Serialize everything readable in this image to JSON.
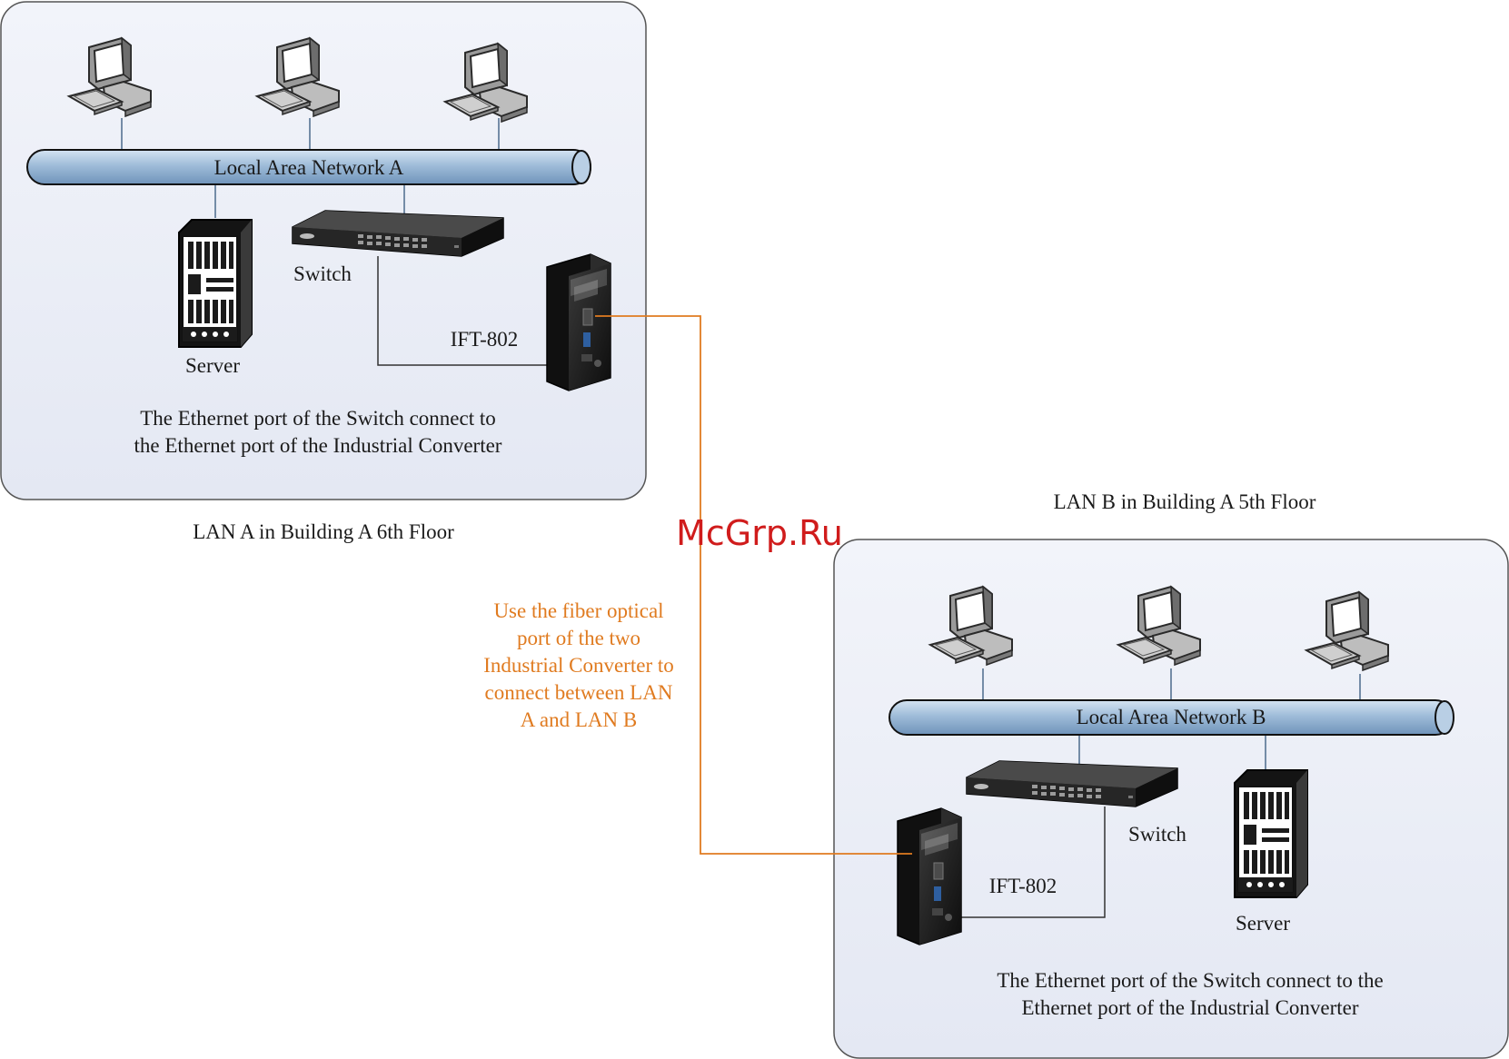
{
  "lan_a": {
    "network_label": "Local Area Network A",
    "switch_label": "Switch",
    "server_label": "Server",
    "converter_label": "IFT-802",
    "description_line1": "The Ethernet port of the Switch connect to",
    "description_line2": "the Ethernet port of the Industrial Converter",
    "caption": "LAN A in Building A 6th Floor"
  },
  "lan_b": {
    "network_label": "Local Area Network B",
    "switch_label": "Switch",
    "server_label": "Server",
    "converter_label": "IFT-802",
    "description_line1": "The Ethernet port of the Switch connect to the",
    "description_line2": "Ethernet port of the Industrial Converter",
    "caption": "LAN B in Building A 5th Floor"
  },
  "fiber_note": {
    "lines": [
      "Use the fiber optical",
      "port of the two",
      "Industrial Converter to",
      "connect between LAN",
      "A and LAN B"
    ]
  },
  "watermark": "McGrp.Ru",
  "colors": {
    "panel_fill": "#e8ecf6",
    "panel_stroke": "#5a5a5a",
    "bus_fill": "#a9c4de",
    "fiber_line": "#e07b20",
    "ethernet_line": "#333333",
    "watermark": "#d01c1c"
  }
}
